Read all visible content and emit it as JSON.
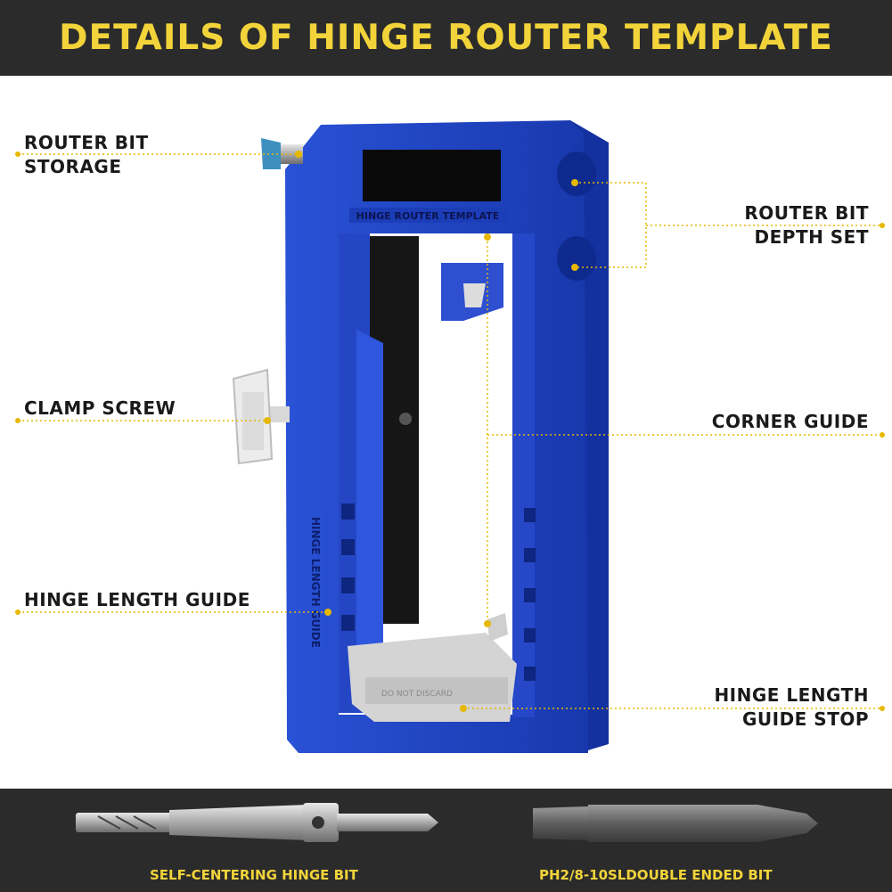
{
  "header": {
    "title": "DETAILS OF HINGE ROUTER TEMPLATE"
  },
  "template_face_text": "HINGE ROUTER TEMPLATE",
  "guide_text": "HINGE LENGTH GUIDE",
  "stop_text": [
    "DO NOT DISCARD"
  ],
  "callouts": {
    "router_bit_storage": {
      "line1": "ROUTER BIT",
      "line2": "STORAGE"
    },
    "router_bit_depth_set": {
      "line1": "ROUTER BIT",
      "line2": "DEPTH SET"
    },
    "clamp_screw": {
      "line1": "CLAMP SCREW"
    },
    "corner_guide": {
      "line1": "CORNER GUIDE"
    },
    "hinge_length_guide": {
      "line1": "HINGE LENGTH GUIDE"
    },
    "hinge_length_guide_stop": {
      "line1": "HINGE LENGTH",
      "line2": "GUIDE STOP"
    }
  },
  "bits": {
    "left_label": "SELF-CENTERING HINGE BIT",
    "right_label": "PH2/8-10SLDOUBLE ENDED BIT"
  },
  "colors": {
    "banner_bg": "#2b2b2b",
    "title_yellow": "#f2d43a",
    "template_blue": "#1f45c4",
    "leader_yellow": "#e6b800"
  }
}
